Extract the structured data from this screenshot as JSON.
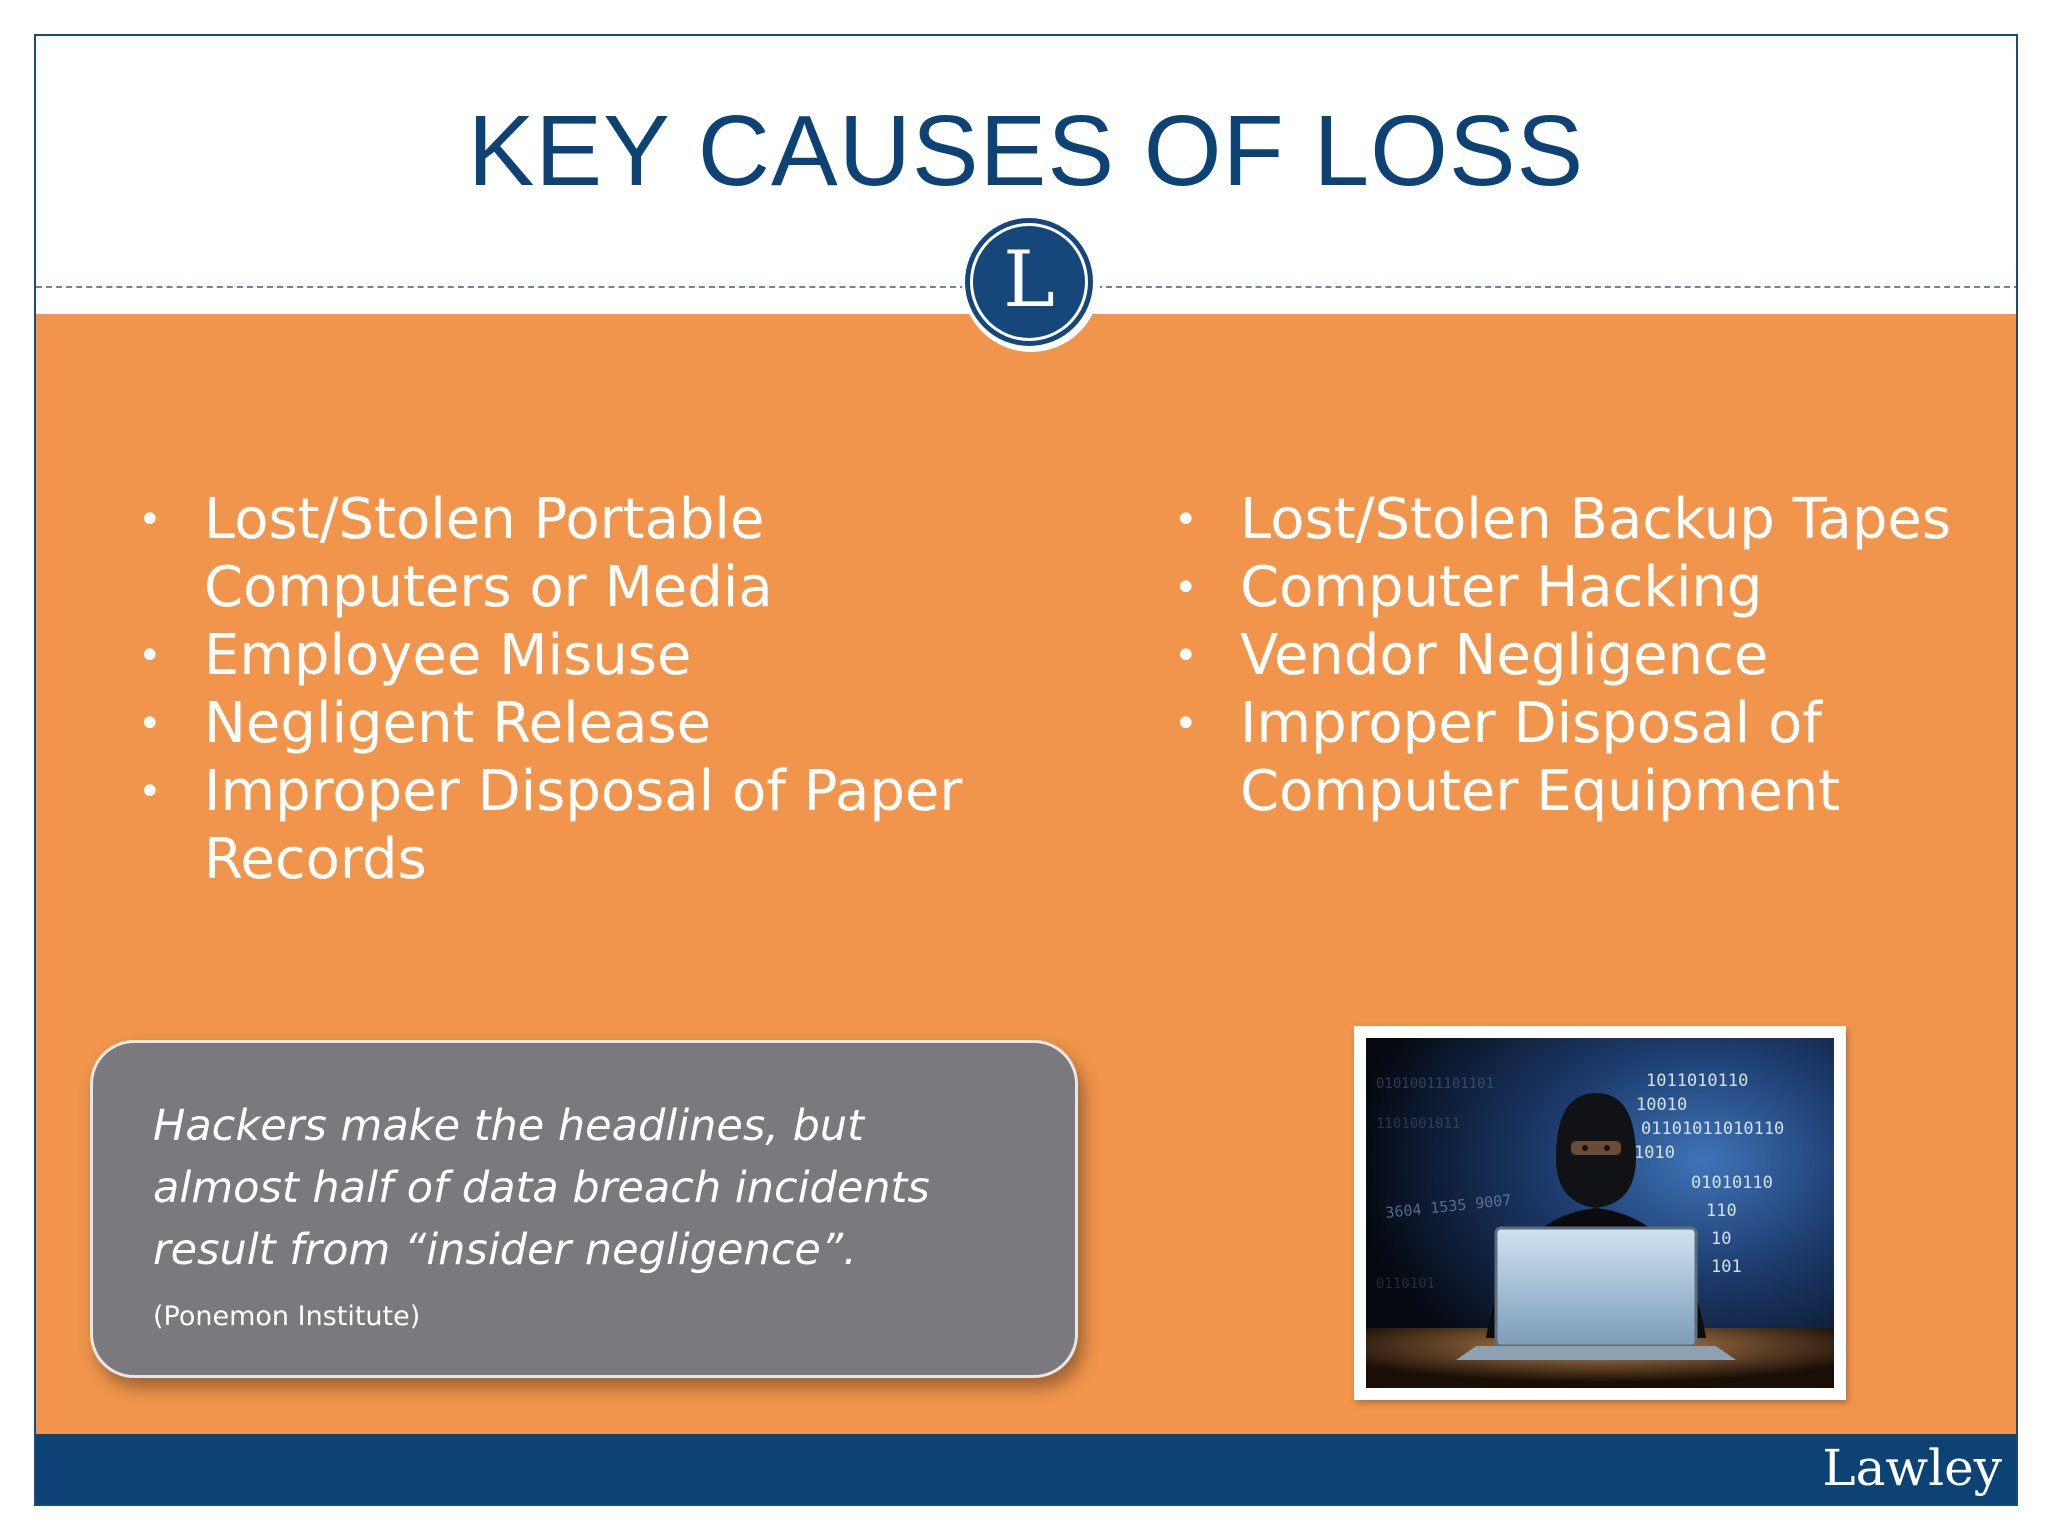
{
  "slide": {
    "title": "KEY CAUSES OF LOSS",
    "logo_letter": "L",
    "brand": "Lawley"
  },
  "bullets_left": [
    {
      "text": "Lost/Stolen Portable Computers or Media"
    },
    {
      "text": "Employee Misuse"
    },
    {
      "text": "Negligent Release"
    },
    {
      "text": "Improper Disposal of Paper Records"
    }
  ],
  "bullets_right": [
    {
      "text": "Lost/Stolen Backup Tapes"
    },
    {
      "text": "Computer Hacking"
    },
    {
      "text": "Vendor Negligence"
    },
    {
      "text": "Improper Disposal of Computer Equipment"
    }
  ],
  "bullet_glyph": "•",
  "quote": {
    "text": "Hackers make the headlines, but almost half of data breach incidents result from “insider negligence”.",
    "source": "(Ponemon Institute)"
  },
  "photo": {
    "binary_lines": [
      "1011010110",
      "10010",
      "01101011010110",
      "1010",
      "01010110",
      "110",
      "10",
      "101"
    ],
    "bg_label": "3604 1535 9007"
  },
  "colors": {
    "title": "#0d4374",
    "orange": "#f0954b",
    "navy": "#0d4374",
    "quote_box": "#7a7a7e"
  }
}
